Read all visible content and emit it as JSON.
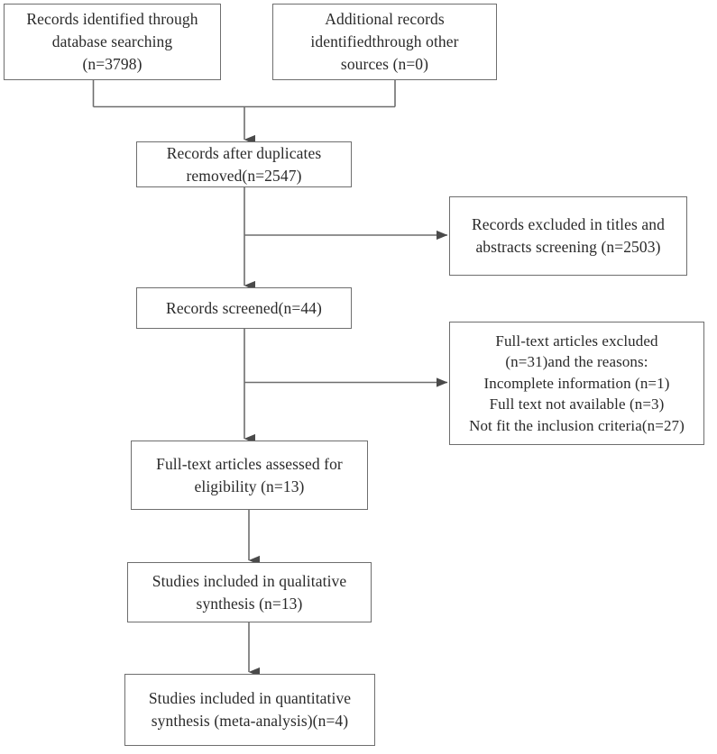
{
  "diagram": {
    "title": "PRISMA study selection flow diagram",
    "type": "flowchart",
    "line_color": "#6e6e6e",
    "text_color": "#2a2a2a",
    "background": "#ffffff",
    "nodes": [
      {
        "id": "identified-db",
        "lines": [
          "Records identified through",
          "database searching",
          "(n=3798)"
        ]
      },
      {
        "id": "identified-other",
        "lines": [
          "Additional records",
          "identifiedthrough other",
          "sources (n=0)"
        ]
      },
      {
        "id": "duplicates-removed",
        "lines": [
          "Records after duplicates",
          "removed(n=2547)"
        ]
      },
      {
        "id": "excluded-titles",
        "lines": [
          "Records excluded in titles and",
          "abstracts screening (n=2503)"
        ]
      },
      {
        "id": "records-screened",
        "lines": [
          "Records screened(n=44)"
        ]
      },
      {
        "id": "fulltext-excluded",
        "lines": [
          "Full-text articles excluded",
          "(n=31)and the reasons:",
          "Incomplete information (n=1)",
          "Full text not available (n=3)",
          "Not fit the inclusion criteria(n=27)"
        ]
      },
      {
        "id": "fulltext-assessed",
        "lines": [
          "Full-text articles assessed for",
          "eligibility (n=13)"
        ]
      },
      {
        "id": "qualitative",
        "lines": [
          "Studies included in qualitative",
          "synthesis (n=13)"
        ]
      },
      {
        "id": "quantitative",
        "lines": [
          "Studies included in quantitative",
          "synthesis (meta-analysis)(n=4)"
        ]
      }
    ],
    "counts": {
      "identified_database": 3798,
      "identified_other": 0,
      "after_duplicates": 2547,
      "excluded_title_abstract": 2503,
      "screened": 44,
      "fulltext_excluded": 31,
      "excluded_incomplete_information": 1,
      "excluded_full_text_not_available": 3,
      "excluded_not_fit_inclusion_criteria": 27,
      "fulltext_assessed": 13,
      "included_qualitative": 13,
      "included_quantitative": 4
    }
  }
}
